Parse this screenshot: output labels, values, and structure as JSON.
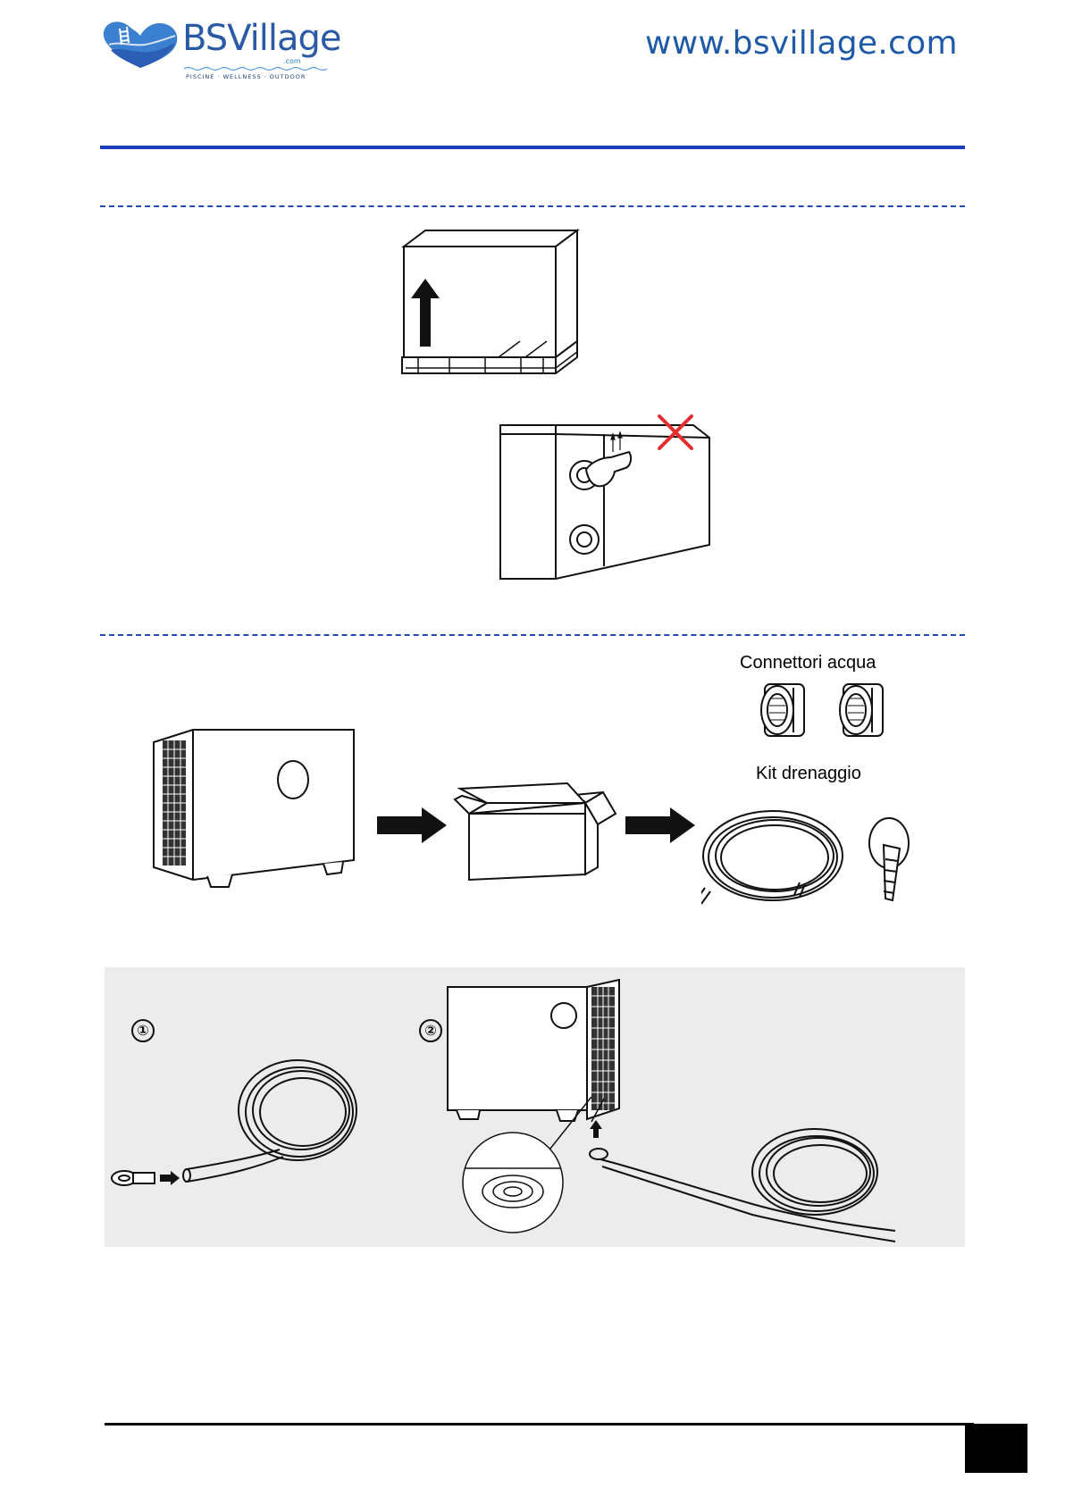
{
  "header": {
    "logo": {
      "name": "BSVillage",
      "com": ".com",
      "tagline": "PISCINE · WELLNESS · OUTDOOR"
    },
    "website": "www.bsvillage.com"
  },
  "accessories": {
    "water_connectors_label": "Connettori acqua",
    "drain_kit_label": "Kit drenaggio"
  },
  "steps": {
    "step1": "①",
    "step2": "②"
  },
  "colors": {
    "brand_blue": "#1e5aa8",
    "header_rule": "#1b3fb8",
    "warning_red": "#e03030"
  }
}
